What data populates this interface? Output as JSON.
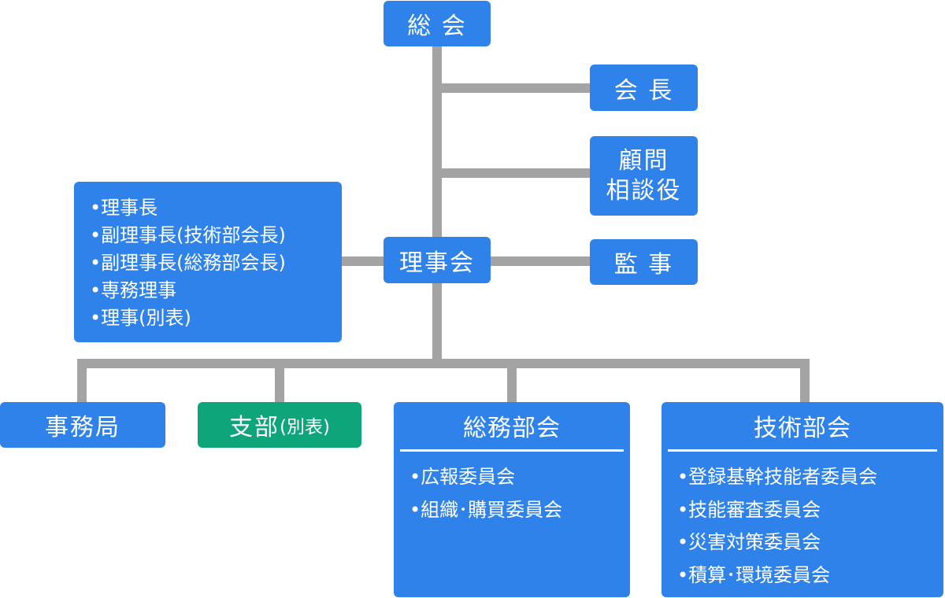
{
  "nodes": {
    "general_meeting": "総 会",
    "president": "会 長",
    "advisor_line1": "顧問",
    "advisor_line2": "相談役",
    "board": "理事会",
    "auditor": "監 事",
    "secretariat": "事務局",
    "branch_main": "支部",
    "branch_note": "(別表)"
  },
  "board_members": [
    "理事長",
    "副理事長(技術部会長)",
    "副理事長(総務部会長)",
    "専務理事",
    "理事(別表)"
  ],
  "general_affairs": {
    "title": "総務部会",
    "committees": [
      "広報委員会",
      "組織･購買委員会"
    ]
  },
  "technical": {
    "title": "技術部会",
    "committees": [
      "登録基幹技能者委員会",
      "技能審査委員会",
      "災害対策委員会",
      "積算･環境委員会"
    ]
  },
  "colors": {
    "box": "#2f82e9",
    "branch": "#0fa57a",
    "connector": "#a3a3a3"
  }
}
